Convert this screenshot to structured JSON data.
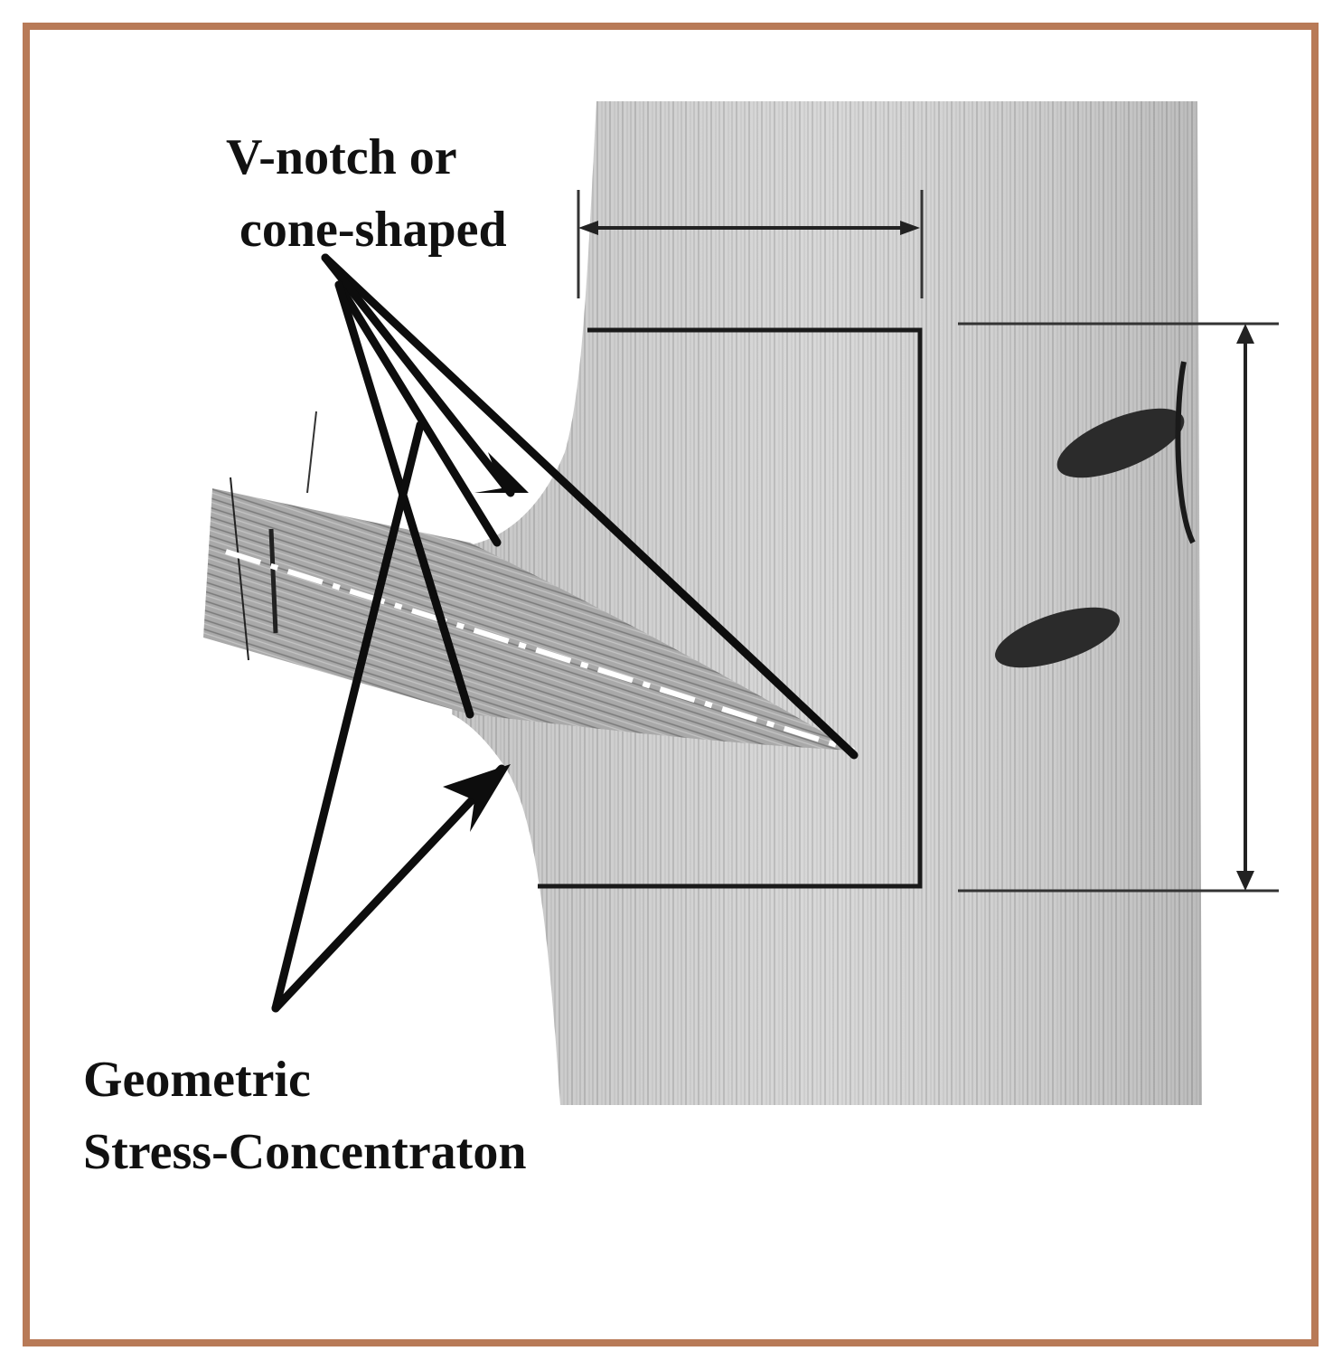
{
  "labels": {
    "top_line1": "V-notch or",
    "top_line2": "cone-shaped",
    "bottom_line1": "Geometric",
    "bottom_line2": "Stress-Concentraton"
  },
  "colors": {
    "frame": "#b87a57",
    "wood_light": "#d9d9d9",
    "wood_dark": "#9a9a9a",
    "ink": "#111111"
  }
}
